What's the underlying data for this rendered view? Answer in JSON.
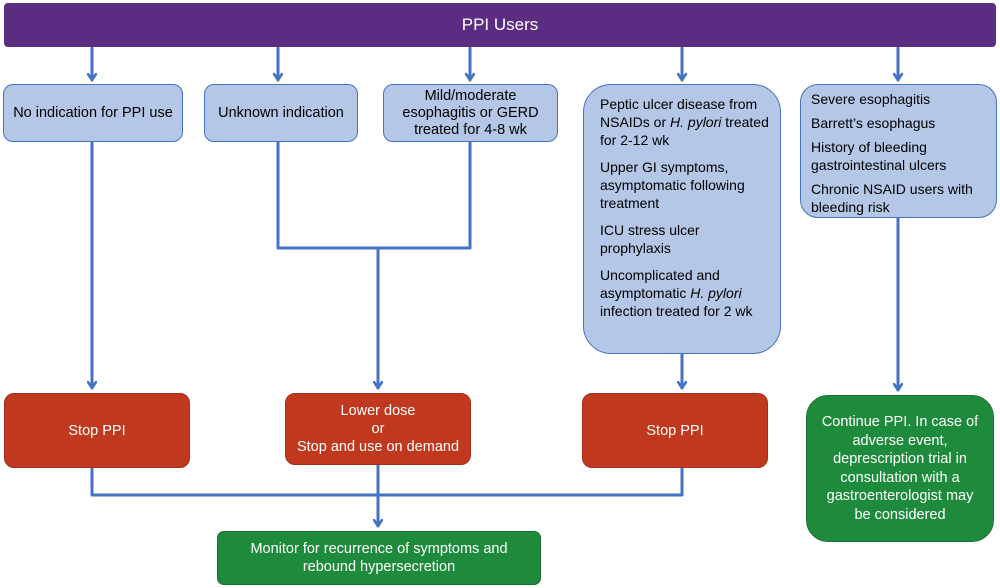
{
  "header": {
    "title": "PPI Users"
  },
  "indications": {
    "none": "No indication for PPI use",
    "unknown": "Unknown indication",
    "mild": "Mild/moderate esophagitis or GERD treated for 4-8 wk",
    "short_term": [
      {
        "before": "Peptic ulcer disease from NSAIDs or ",
        "italic": "H. pylori",
        "after": " treated for 2-12 wk"
      },
      {
        "before": "Upper GI symptoms, asymptomatic following treatment",
        "italic": "",
        "after": ""
      },
      {
        "before": "ICU stress ulcer prophylaxis",
        "italic": "",
        "after": ""
      },
      {
        "before": "Uncomplicated and asymptomatic ",
        "italic": "H. pylori",
        "after": " infection treated for 2 wk"
      }
    ],
    "long_term": [
      "Severe esophagitis",
      "Barrett’s esophagus",
      "History of bleeding gastrointestinal ulcers",
      "Chronic NSAID users with bleeding risk"
    ]
  },
  "actions": {
    "stop_left": "Stop PPI",
    "lower_dose": [
      "Lower dose",
      "or",
      "Stop and use on demand"
    ],
    "stop_right": "Stop PPI",
    "continue": "Continue PPI. In case of adverse event, deprescription trial in consultation with a gastroenterologist may be considered"
  },
  "monitor": "Monitor for recurrence of symptoms and rebound hypersecretion",
  "colors": {
    "header": "#5b2d82",
    "indication_fill": "#b4c7e7",
    "line": "#4472c4",
    "stop": "#c0391f",
    "continue": "#1e8b3c"
  }
}
